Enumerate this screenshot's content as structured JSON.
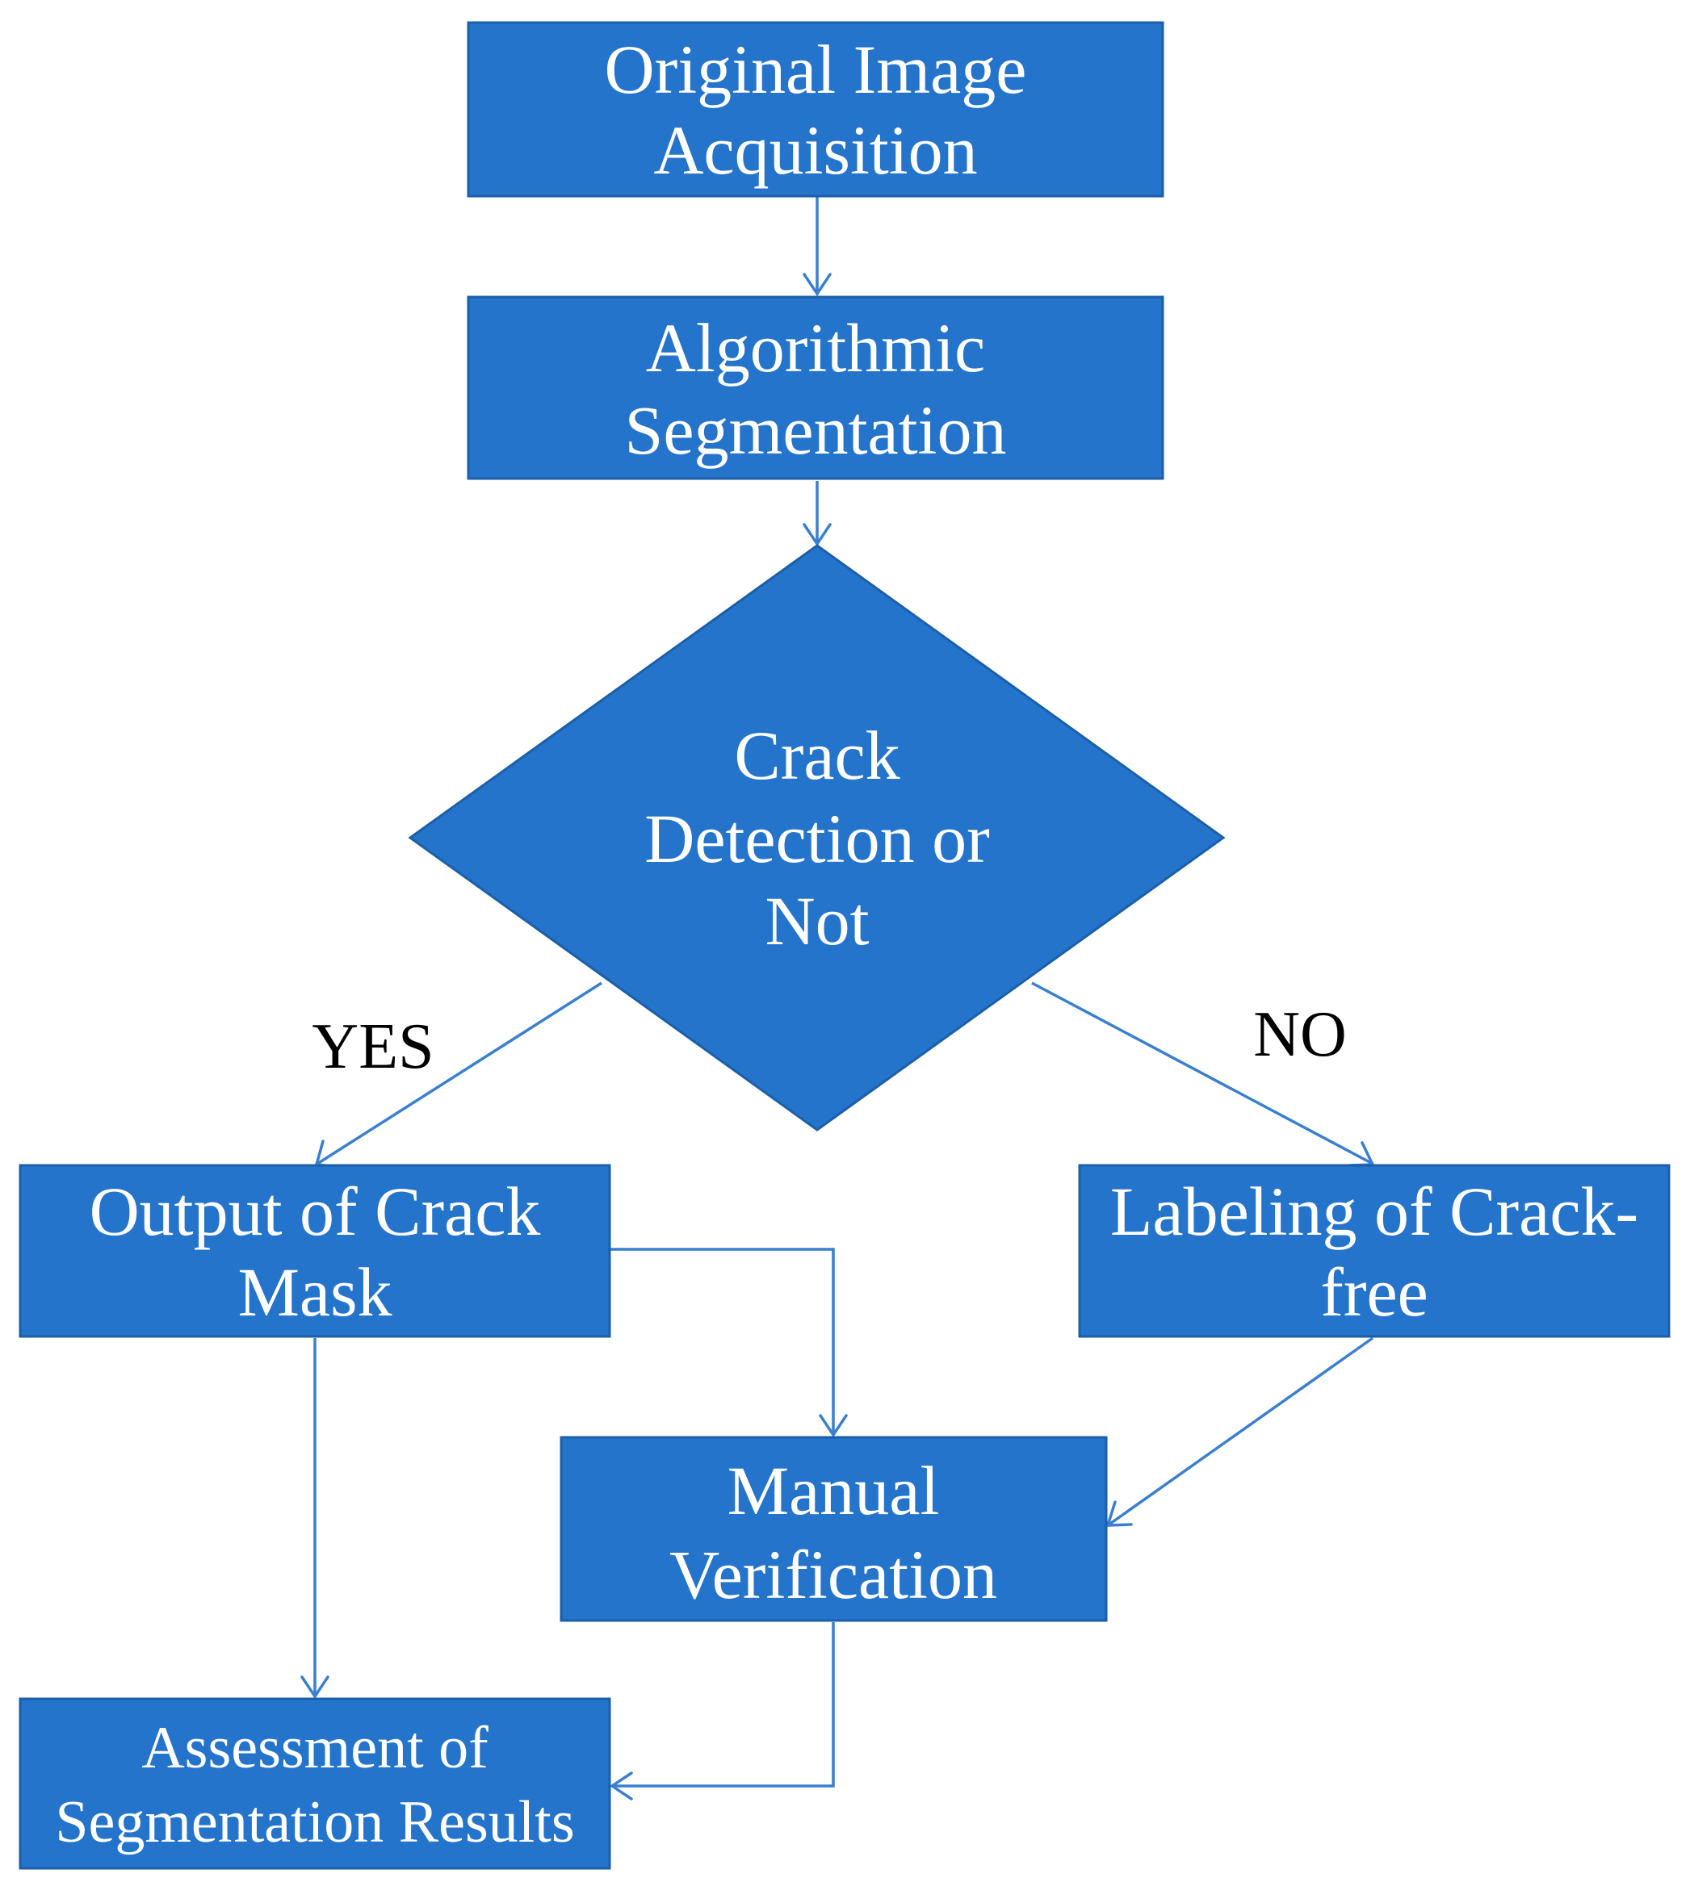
{
  "nodes": {
    "acquisition": {
      "line1": "Original Image",
      "line2": "Acquisition"
    },
    "segmentation": {
      "line1": "Algorithmic",
      "line2": "Segmentation"
    },
    "decision": {
      "line1": "Crack",
      "line2": "Detection or",
      "line3": "Not"
    },
    "crack_mask": {
      "line1": "Output of Crack",
      "line2": "Mask"
    },
    "crack_free": {
      "line1": "Labeling of Crack-",
      "line2": "free"
    },
    "verification": {
      "line1": "Manual",
      "line2": "Verification"
    },
    "assessment": {
      "line1": "Assessment of",
      "line2": "Segmentation Results"
    }
  },
  "branches": {
    "yes_label": "YES",
    "no_label": "NO"
  },
  "colors": {
    "node_fill": "#2474CC",
    "connector": "#3A7FD0",
    "node_text": "#ffffff",
    "branch_text": "#000000"
  }
}
